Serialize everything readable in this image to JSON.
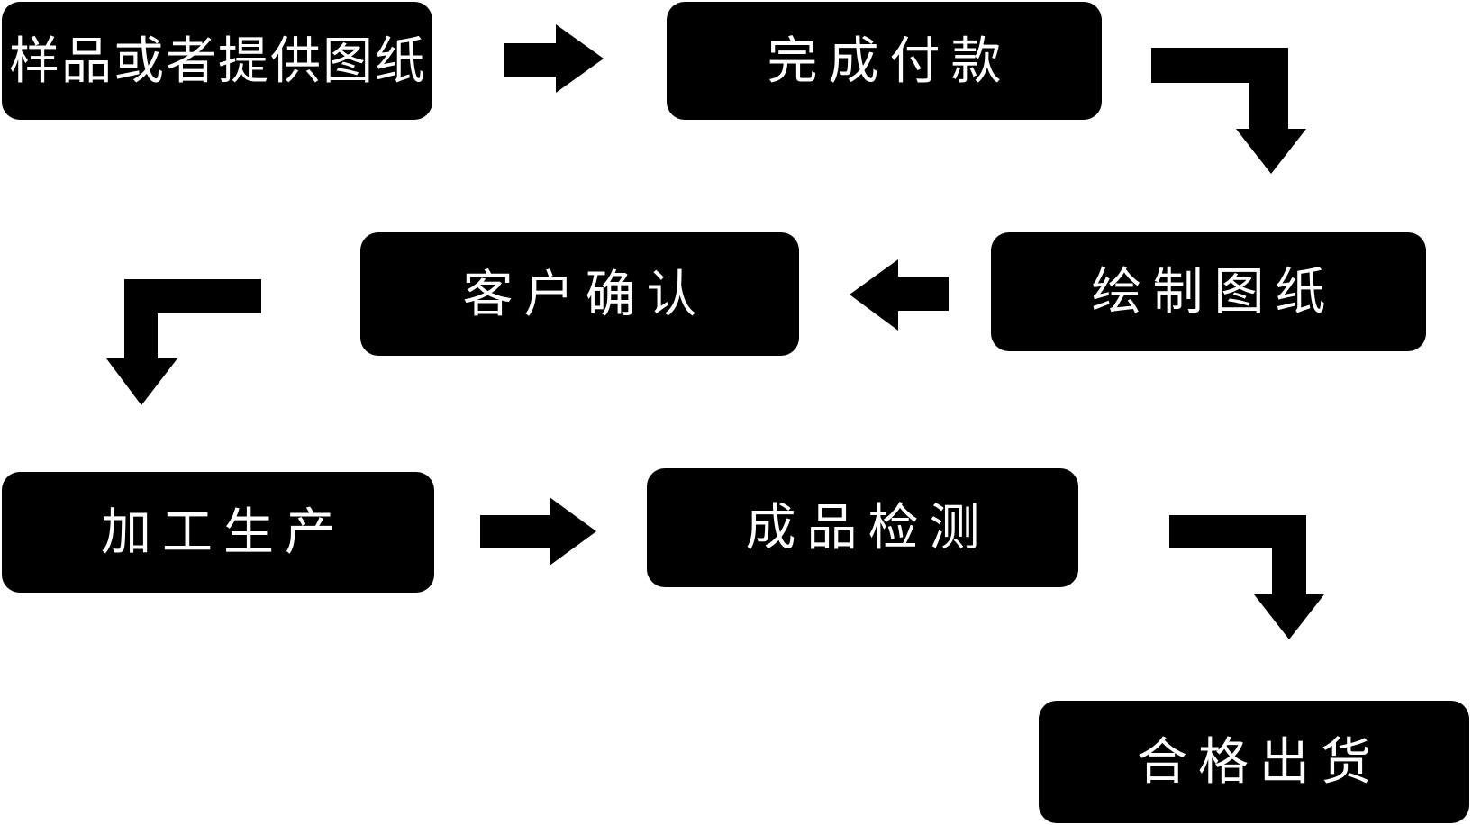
{
  "flowchart": {
    "title": "production-process-flowchart",
    "colors": {
      "background": "#ffffff",
      "node_fill": "#000000",
      "node_text": "#ffffff",
      "arrow_fill": "#000000"
    },
    "nodes": [
      {
        "id": "sample",
        "label": "样品或者提供图纸"
      },
      {
        "id": "payment",
        "label": "完成付款"
      },
      {
        "id": "draw",
        "label": "绘制图纸"
      },
      {
        "id": "confirm",
        "label": "客户确认"
      },
      {
        "id": "produce",
        "label": "加工生产"
      },
      {
        "id": "inspect",
        "label": "成品检测"
      },
      {
        "id": "ship",
        "label": "合格出货"
      }
    ],
    "connections": [
      {
        "from": "sample",
        "to": "payment",
        "shape": "straight-right"
      },
      {
        "from": "payment",
        "to": "draw",
        "shape": "elbow-right-down"
      },
      {
        "from": "draw",
        "to": "confirm",
        "shape": "straight-left"
      },
      {
        "from": "confirm",
        "to": "produce",
        "shape": "elbow-left-down"
      },
      {
        "from": "produce",
        "to": "inspect",
        "shape": "straight-right"
      },
      {
        "from": "inspect",
        "to": "ship",
        "shape": "elbow-right-down"
      }
    ]
  }
}
